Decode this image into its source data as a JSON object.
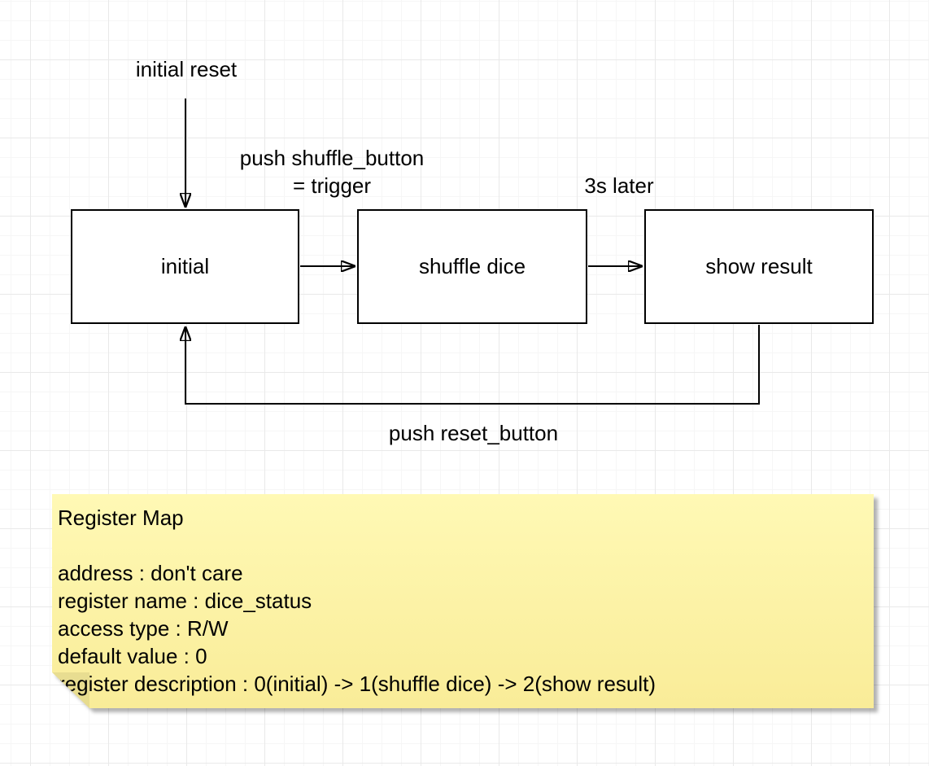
{
  "diagram": {
    "states": [
      {
        "label": "initial"
      },
      {
        "label": "shuffle dice"
      },
      {
        "label": "show result"
      }
    ],
    "edge_labels": {
      "initial_reset": "initial reset",
      "to_shuffle_line1": "push shuffle_button",
      "to_shuffle_line2": "= trigger",
      "to_result": "3s later",
      "reset_loop": "push reset_button"
    }
  },
  "note": {
    "title": "Register Map",
    "rows": [
      "address : don't care",
      "register name : dice_status",
      "access type : R/W",
      "default value : 0",
      "register description : 0(initial) -> 1(shuffle dice) -> 2(show result)"
    ]
  },
  "colors": {
    "stroke": "#000000",
    "background": "#ffffff",
    "grid_minor": "#f6f6f6",
    "grid_major": "#e9e9e9",
    "note_fill_top": "#fff9b5",
    "note_fill_bottom": "#f9ec98",
    "text": "#000000"
  }
}
